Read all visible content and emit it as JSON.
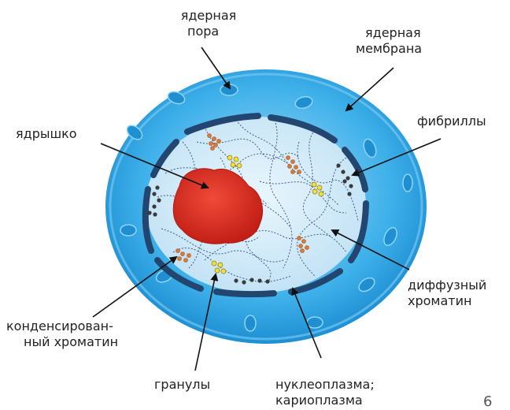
{
  "labels": {
    "pore_l1": "ядерная",
    "pore_l2": "пора",
    "membrane_l1": "ядерная",
    "membrane_l2": "мембрана",
    "nucleolus": "ядрышко",
    "fibrils": "фибриллы",
    "diffuse_l1": "диффузный",
    "diffuse_l2": "хроматин",
    "condensed_l1": "конденсирован-",
    "condensed_l2": "ный хроматин",
    "granules": "гранулы",
    "nucleoplasm_l1": "нуклеоплазма;",
    "nucleoplasm_l2": "кариоплазма",
    "corner_mark": "6"
  },
  "colors": {
    "outer_membrane": "#29a5e4",
    "inner_region": "#d6ecf8",
    "pore": "#1f8fd2",
    "envelope_segment": "#22466f",
    "nucleolus": "#d42a1f",
    "chromatin_dots": "#3a3a3a",
    "granule_yellow": "#f3e03a",
    "granule_orange": "#d97a3a",
    "fiber": "#23457a"
  }
}
